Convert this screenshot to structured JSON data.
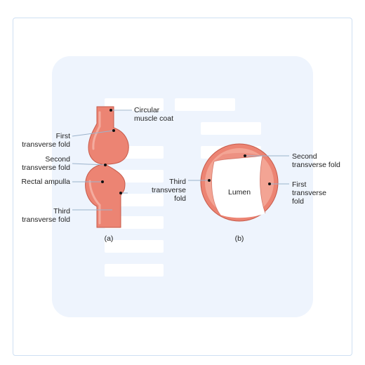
{
  "figure_a": {
    "caption": "(a)",
    "labels": {
      "circular_muscle_coat": "Circular\nmuscle coat",
      "first_transverse_fold": "First\ntransverse fold",
      "second_transverse_fold": "Second\ntransverse fold",
      "rectal_ampulla": "Rectal ampulla",
      "third_transverse_fold": "Third\ntransverse fold"
    }
  },
  "figure_b": {
    "caption": "(b)",
    "labels": {
      "second_transverse_fold": "Second\ntransverse fold",
      "third_transverse_fold": "Third\ntransverse\nfold",
      "lumen": "Lumen",
      "first_transverse_fold": "First\ntransverse\nfold"
    }
  },
  "colors": {
    "tissue": "#ec8473",
    "tissue_light": "#f6b7aa",
    "tissue_dark": "#c65a4a",
    "leader": "#9bb3cc",
    "panel": "#eef4fd"
  }
}
